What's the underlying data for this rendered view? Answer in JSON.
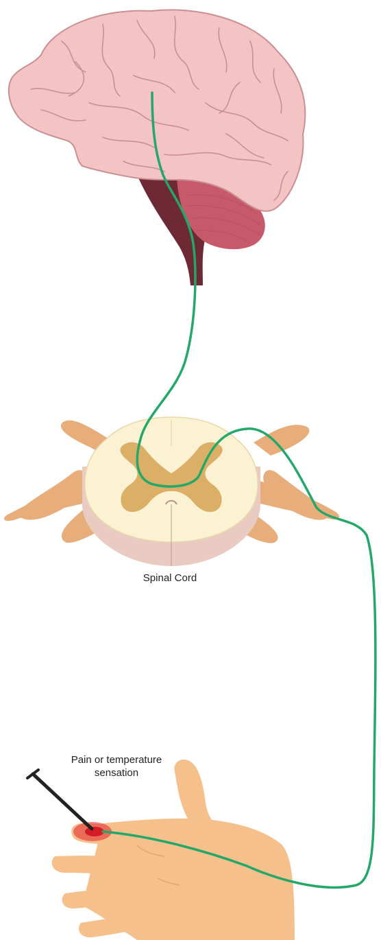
{
  "labels": {
    "spinal_cord": "Spinal Cord",
    "stimulus_line1": "Pain or temperature",
    "stimulus_line2": "sensation"
  },
  "colors": {
    "brain": "#f4c3c4",
    "brain_outline": "#c98f92",
    "cerebellum": "#c65a6a",
    "brainstem": "#6e2a34",
    "white_matter": "#fbf1d3",
    "gray_matter": "#dcaf67",
    "cord_base": "#e9cbc2",
    "nerve_roots": "#e7ae7c",
    "skin": "#f6c08d",
    "pathway": "#23a86a",
    "injury": "#e0262e",
    "pin": "#222222"
  }
}
